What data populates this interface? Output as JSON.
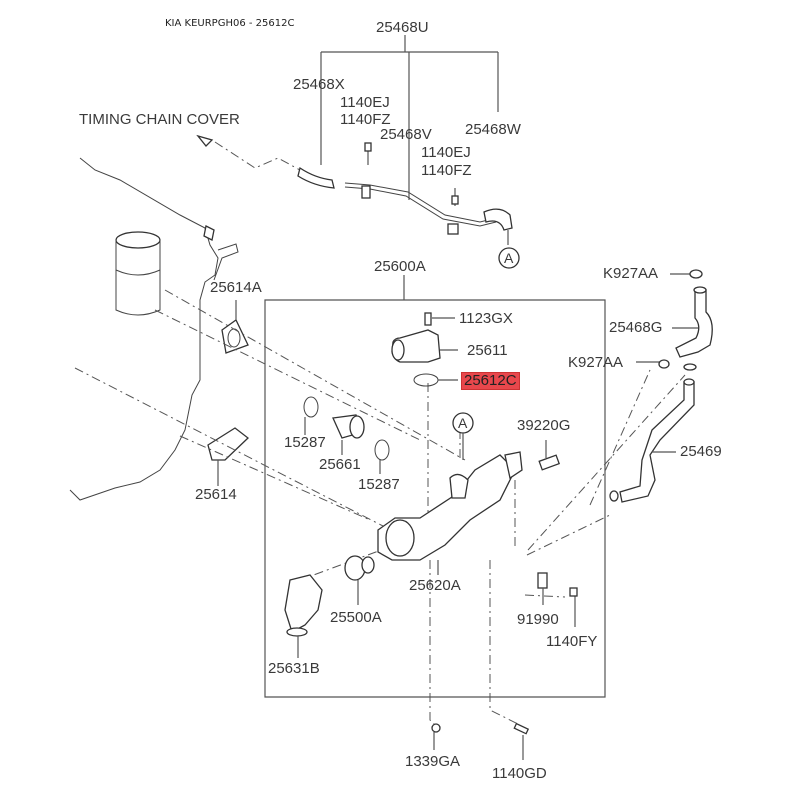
{
  "header": {
    "title": "KIA KEURPGH06 - 25612C"
  },
  "highlight": {
    "part": "25612C",
    "color": "#e8474c"
  },
  "callouts": {
    "timing_chain_cover": "TIMING CHAIN COVER",
    "p25468U": "25468U",
    "p25468X": "25468X",
    "p1140EJ_a": "1140EJ",
    "p1140FZ_a": "1140FZ",
    "p25468V": "25468V",
    "p25468W": "25468W",
    "p1140EJ_b": "1140EJ",
    "p1140FZ_b": "1140FZ",
    "ref_A_top": "A",
    "p25600A": "25600A",
    "p25614A": "25614A",
    "p1123GX": "1123GX",
    "p25611": "25611",
    "p25612C": "25612C",
    "p15287_a": "15287",
    "p25661": "25661",
    "p15287_b": "15287",
    "ref_A_mid": "A",
    "p39220G": "39220G",
    "p25614": "25614",
    "pK927AA_a": "K927AA",
    "p25468G": "25468G",
    "pK927AA_b": "K927AA",
    "p25469": "25469",
    "p25620A": "25620A",
    "p25500A": "25500A",
    "p25631B": "25631B",
    "p91990": "91990",
    "p1140FY": "1140FY",
    "p1339GA": "1339GA",
    "p1140GD": "1140GD"
  }
}
